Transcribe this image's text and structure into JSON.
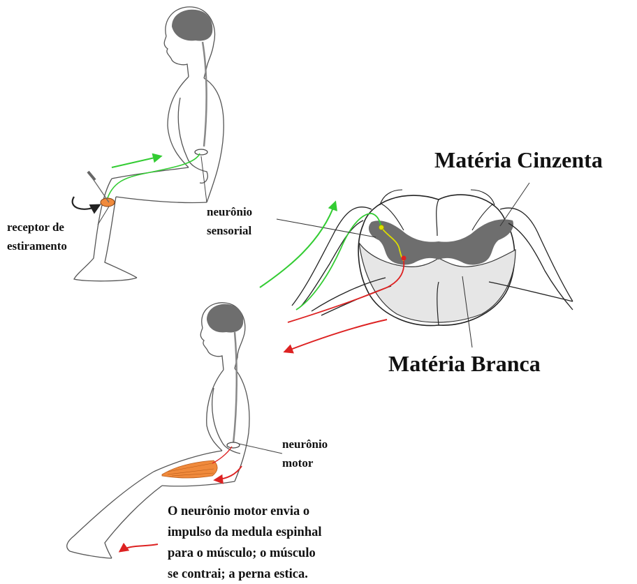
{
  "labels": {
    "gray_matter": "Matéria Cinzenta",
    "white_matter": "Matéria Branca",
    "receptor_line1": "receptor de",
    "receptor_line2": "estiramento",
    "sensory_line1": "neurônio",
    "sensory_line2": "sensorial",
    "motor_line1": "neurônio",
    "motor_line2": "motor"
  },
  "caption": [
    "O neurônio motor envia o",
    "impulso da medula espinhal",
    "para o músculo; o músculo",
    "se contrai; a perna estica."
  ],
  "colors": {
    "sensory": "#33cc33",
    "motor": "#dd2222",
    "interneuron": "#eeee00",
    "gray_matter": "#6e6e6e",
    "white_matter": "#e6e6e6",
    "brain": "#6e6e6e",
    "muscle": "#f08a3c",
    "outline": "#222222"
  }
}
